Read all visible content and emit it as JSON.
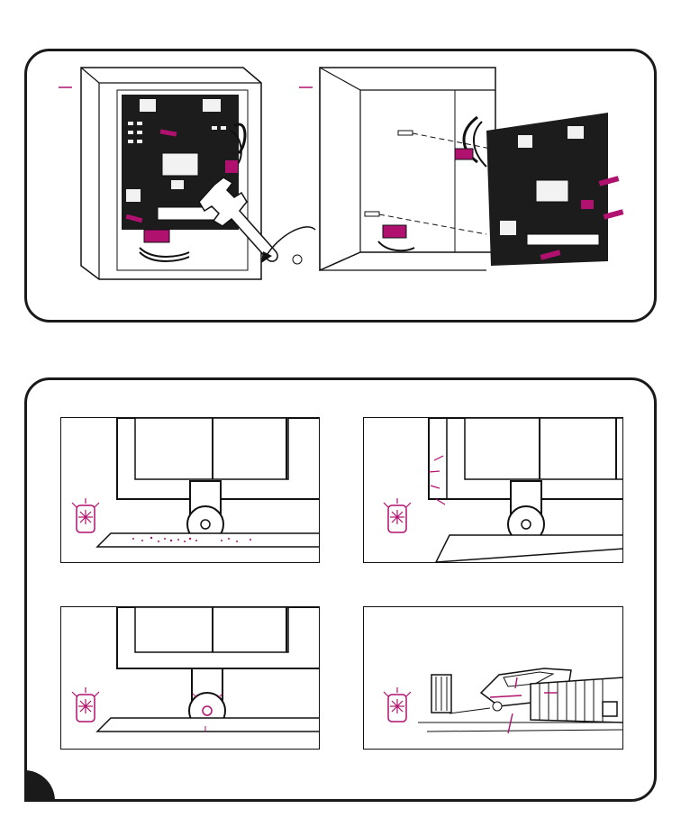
{
  "colors": {
    "line": "#111111",
    "accent_magenta": "#b0106e",
    "board": "#1c1c1c",
    "panel_border": "#1a1a1a"
  },
  "top_panel": {
    "illustrations": [
      {
        "name": "control-box-with-wrench",
        "icon": "wrench-loosen-icon"
      },
      {
        "name": "board-removal",
        "icon": "board-screws-icon"
      }
    ]
  },
  "bottom_panel": {
    "frames": [
      {
        "name": "gate-wheel-debris",
        "indicator": "flashing-lamp-icon"
      },
      {
        "name": "gate-wall-obstruction",
        "indicator": "flashing-lamp-icon"
      },
      {
        "name": "gate-wheel-jammed",
        "indicator": "flashing-lamp-icon"
      },
      {
        "name": "gate-car-obstacle",
        "indicator": "flashing-lamp-icon"
      }
    ]
  }
}
